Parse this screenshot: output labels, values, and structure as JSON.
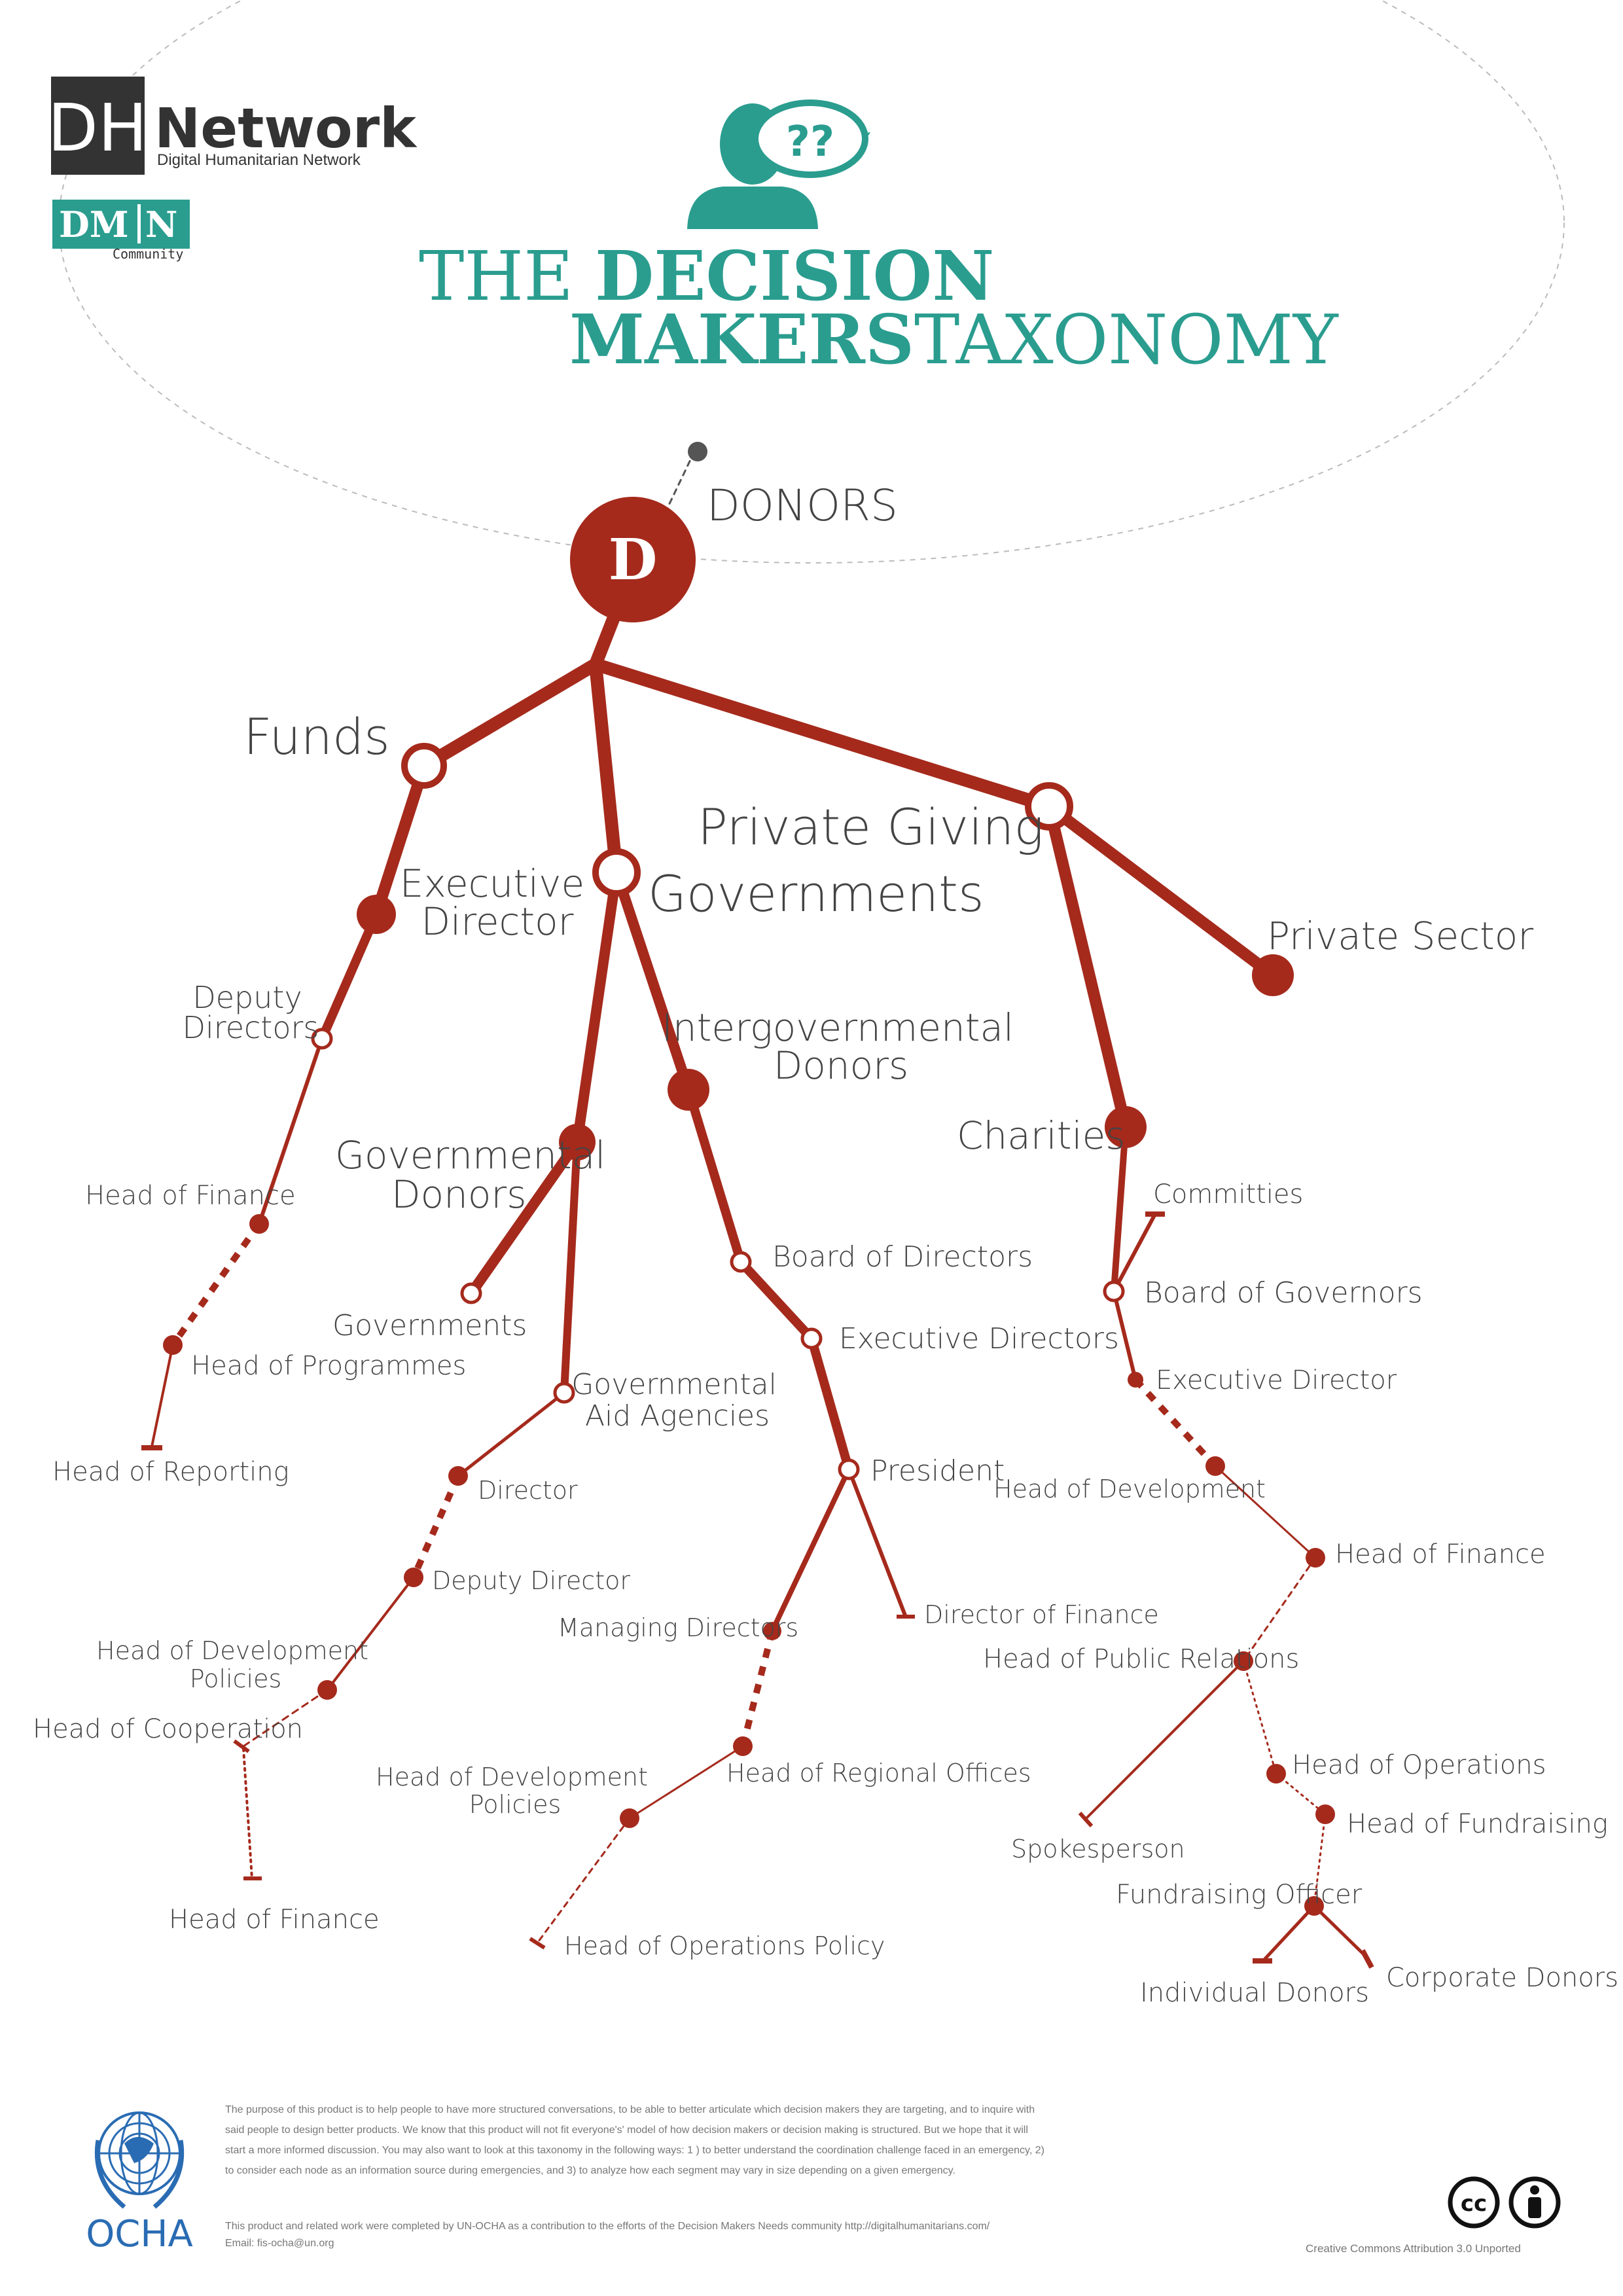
{
  "logos": {
    "dh_mark": "DH",
    "dh_name": "Network",
    "dh_tagline": "Digital Humanitarian Network",
    "dmn_left": "DM",
    "dmn_right": "N",
    "dmn_sub": "Community",
    "ocha": "OCHA"
  },
  "title": {
    "the": "THE ",
    "decision": "DECISION",
    "makers": "MAKERS",
    "taxonomy": "TAXONOMY"
  },
  "root": {
    "letter": "D",
    "label": "DONORS"
  },
  "nodes": {
    "funds": "Funds",
    "exec_director_l1": "Executive",
    "exec_director_l2": "Director",
    "deputy_directors_l1": "Deputy",
    "deputy_directors_l2": "Directors",
    "funds_head_finance": "Head of Finance",
    "funds_head_programmes": "Head of Programmes",
    "funds_head_reporting": "Head of  Reporting",
    "governments": "Governments",
    "gov_donors_l1": "Governmental",
    "gov_donors_l2": "Donors",
    "gov_governments": "Governments",
    "gov_aid_l1": "Governmental",
    "gov_aid_l2": "Aid Agencies",
    "gov_director": "Director",
    "gov_deputy_director": "Deputy Director",
    "gov_head_dev_l1": "Head of Development",
    "gov_head_dev_l2": "Policies",
    "gov_head_coop": "Head of  Cooperation",
    "gov_head_finance": "Head of  Finance",
    "inter_l1": "Intergovernmental",
    "inter_l2": "Donors",
    "inter_board": "Board of Directors",
    "inter_exec": "Executive Directors",
    "inter_president": "President",
    "inter_managing": "Managing Directors",
    "inter_dir_finance": "Director of Finance",
    "inter_head_regional": "Head of Regional Offices",
    "inter_head_dev_l1": "Head of Development",
    "inter_head_dev_l2": "Policies",
    "inter_head_ops": "Head of Operations Policy",
    "private_giving": "Private Giving",
    "private_sector": "Private Sector",
    "charities": "Charities",
    "ch_committies": "Committies",
    "ch_board": "Board of Governors",
    "ch_exec": "Executive Director",
    "ch_head_dev": "Head of Development",
    "ch_head_finance": "Head of Finance",
    "ch_head_pr": "Head of Public Relations",
    "ch_head_ops": "Head of Operations",
    "ch_head_fund": "Head of Fundraising",
    "ch_spokes": "Spokesperson",
    "ch_fund_officer": "Fundraising Officer",
    "ch_individual": "Individual Donors",
    "ch_corporate": "Corporate Donors"
  },
  "footer": {
    "p1": "The purpose of this product is to help people to have more structured conversations, to be able to better articulate which decision makers they are targeting, and to inquire with said people to design better products. We know that this product will not fit everyone's' model of how decision makers or decision making is structured. But we hope that it will start a more informed discussion. You may also want to look at this taxonomy in the following ways: 1 ) to better understand the coordination challenge faced in an emergency,  2) to consider each node as an information source during emergencies, and 3) to analyze how each segment may vary in size depending on a given emergency.",
    "p2": "This product and related work were completed by UN-OCHA as a contribution to the efforts of the Decision Makers Needs community http://digitalhumanitarians.com/",
    "email": "Email: fis-ocha@un.org",
    "cc_badge": "cc",
    "license": "Creative Commons Attribution 3.0 Unported"
  },
  "colors": {
    "tree": "#a52a1c",
    "teal": "#2a9d8f",
    "ocha_blue": "#2a6cb3",
    "text": "#444444"
  }
}
